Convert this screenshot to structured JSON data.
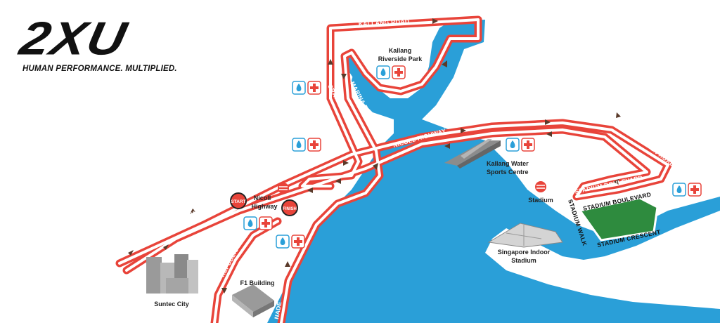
{
  "brand": {
    "logo": "2XU",
    "tagline": "HUMAN PERFORMANCE. MULTIPLIED."
  },
  "colors": {
    "route": "#e8443a",
    "water": "#2a9fd8",
    "park": "#2e8b3e",
    "station_red": "#e8443a"
  },
  "roads": {
    "kallang_road": "KALLANG ROAD",
    "crawford_street": "CRAWFORD STREET",
    "marina_promenade": "MARINA PROMENADE",
    "nicoll_highway_east": "NICOLL HIGHWAY",
    "nicoll_highway_mid": "NICOLL HIGHWAY",
    "nicoll_highway_west": "NICOLL HIGHWAY",
    "mountbatten_road": "MOUNTBATTEN ROAD",
    "stadium_boulevard_road": "STADIUM BOULEVARD",
    "stadium_boulevard": "STADIUM BOULEVARD",
    "stadium_walk": "STADIUM WALK",
    "stadium_crescent": "STADIUM CRESCENT",
    "republic_ave": "REPUBLIC AVE",
    "esplanade": "NADE"
  },
  "places": {
    "kallang_riverside_park_1": "Kallang",
    "kallang_riverside_park_2": "Riverside Park",
    "kallang_water_1": "Kallang Water",
    "kallang_water_2": "Sports Centre",
    "stadium": "Stadium",
    "singapore_indoor_1": "Singapore Indoor",
    "singapore_indoor_2": "Stadium",
    "nicoll_1": "Nicoll",
    "nicoll_2": "Highway",
    "f1_building": "F1 Building",
    "suntec_city": "Suntec City"
  },
  "markers": {
    "start": "START",
    "finish": "FINISH"
  },
  "icons": {
    "water": "water-drop-icon",
    "first_aid": "first-aid-cross-icon",
    "mrt": "mrt-station-icon"
  }
}
